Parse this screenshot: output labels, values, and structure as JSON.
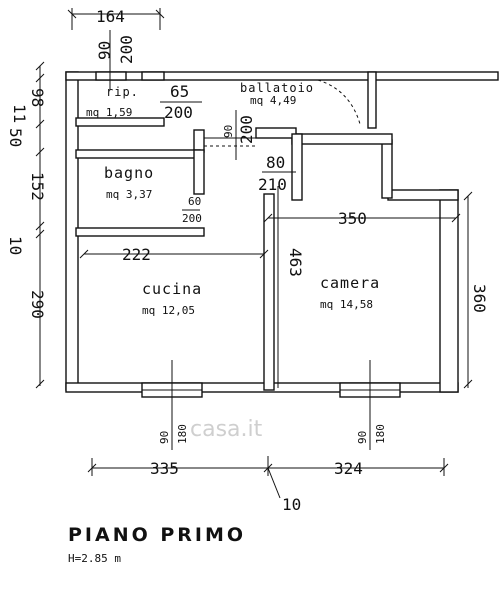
{
  "rooms": {
    "rip": {
      "name": "rip.",
      "area": "mq 1,59"
    },
    "ballatoio": {
      "name": "ballatoio",
      "area": "mq 4,49"
    },
    "bagno": {
      "name": "bagno",
      "area": "mq 3,37"
    },
    "cucina": {
      "name": "cucina",
      "area": "mq 12,05"
    },
    "camera": {
      "name": "camera",
      "area": "mq 14,58"
    }
  },
  "dims": {
    "top_width": "164",
    "rip_door_w": "90",
    "rip_door_h": "200",
    "rip_door2_w": "65",
    "rip_door2_h": "200",
    "ball_door_w": "90",
    "ball_door_h": "200",
    "camera_door_w": "80",
    "camera_door_h": "210",
    "bagno_door_w": "60",
    "bagno_door_h": "200",
    "left_11": "11",
    "left_98": "98",
    "left_50": "50",
    "left_152": "152",
    "left_10": "10",
    "left_290": "290",
    "cucina_w": "222",
    "camera_w": "350",
    "camera_h": "463",
    "right_360": "360",
    "win1_w": "90",
    "win1_h": "180",
    "win2_w": "90",
    "win2_h": "180",
    "bottom_335": "335",
    "bottom_324": "324",
    "bottom_10": "10"
  },
  "floor": {
    "title": "PIANO PRIMO",
    "height": "H=2.85 m"
  },
  "watermark": "casa.it"
}
